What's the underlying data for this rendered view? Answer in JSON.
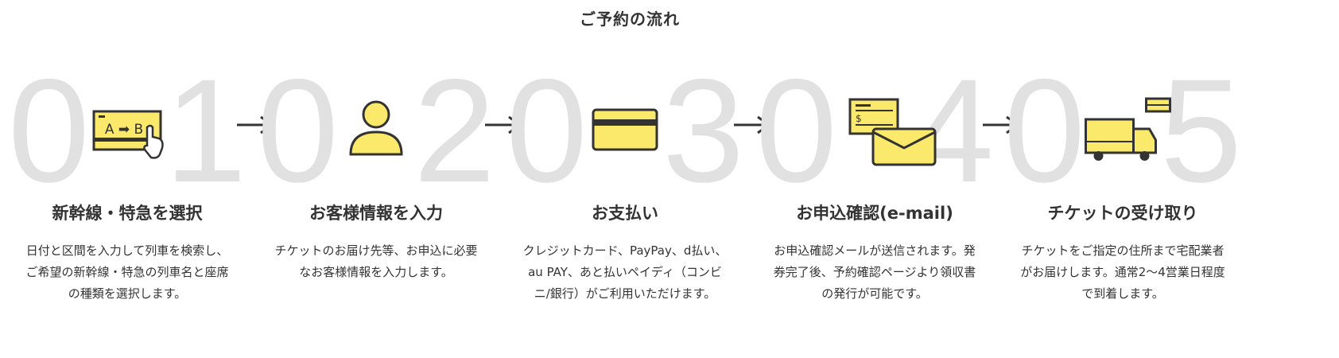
{
  "heading": "ご予約の流れ",
  "colors": {
    "accent": "#fbe96b",
    "ink": "#333333",
    "digits": "#e1e1e1"
  },
  "steps": [
    {
      "number": "01",
      "icon": "ticket-select-icon",
      "icon_text": "A ➡ B",
      "title": "新幹線・特急を選択",
      "description": "日付と区間を入力して列車を検索し、ご希望の新幹線・特急の列車名と座席の種類を選択します。"
    },
    {
      "number": "02",
      "icon": "person-icon",
      "title": "お客様情報を入力",
      "description": "チケットのお届け先等、お申込に必要なお客様情報を入力します。"
    },
    {
      "number": "03",
      "icon": "credit-card-icon",
      "title": "お支払い",
      "description": "クレジットカード、PayPay、d払い、au PAY、あと払いペイディ（コンビニ/銀行）がご利用いただけます。"
    },
    {
      "number": "04",
      "icon": "mail-receipt-icon",
      "icon_text": "$",
      "title": "お申込確認(e-mail)",
      "description": "お申込確認メールが送信されます。発券完了後、予約確認ページより領収書の発行が可能です。"
    },
    {
      "number": "05",
      "icon": "delivery-truck-icon",
      "title": "チケットの受け取り",
      "description": "チケットをご指定の住所まで宅配業者がお届けします。通常2〜4営業日程度で到着します。"
    }
  ]
}
